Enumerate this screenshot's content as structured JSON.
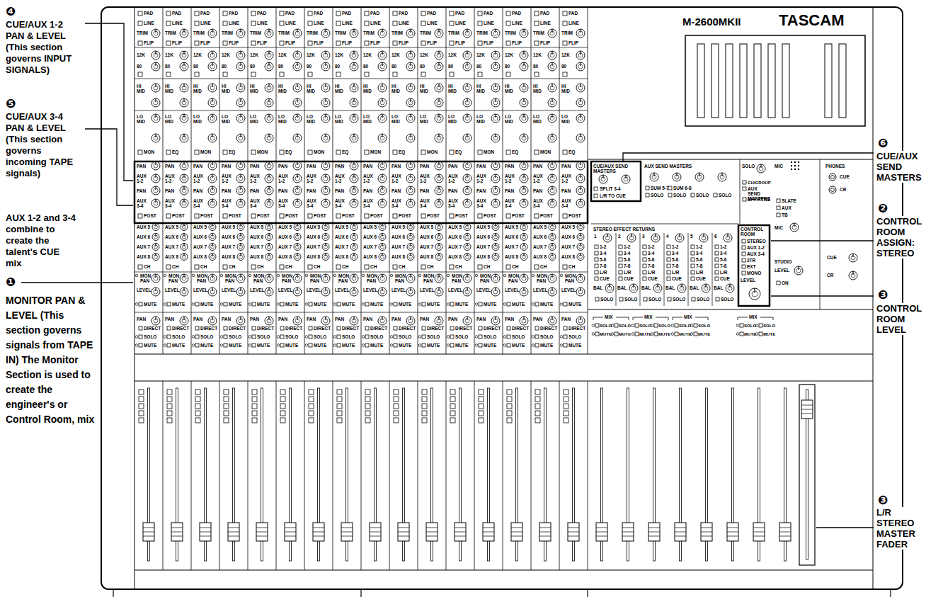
{
  "diagram": {
    "labels": [
      "❹",
      "CUE/AUX 1-2 PAN & LEVEL (This section governs INPUT SIGNALS)",
      "❺",
      "CUE/AUX 3-4 PAN & LEVEL (This section governs incoming TAPE signals)",
      "AUX 1-2 and 3-4 combine to create the talent's CUE mix",
      "❶",
      "MONITOR PAN & LEVEL (This section governs signals from TAPE IN) The Monitor Section is used to create the engineer's or Control Room, mix",
      "M-2600MKII",
      "TASCAM",
      "PAD",
      "LINE",
      "TRIM",
      "FLIP",
      "12K",
      "80",
      "HI MID",
      "LO MID",
      "MON",
      "PAN",
      "AUX 1-2",
      "PAN",
      "AUX 3-4",
      "POST",
      "AUX 5",
      "AUX 6",
      "AUX 7",
      "AUX 8",
      "CH",
      "MON PAN",
      "LEVEL",
      "MUTE",
      "PAN",
      "DIRECT",
      "SOLO",
      "MUTE",
      "PAD",
      "LINE",
      "TRIM",
      "FLIP",
      "12K",
      "80",
      "HI MID",
      "LO MID",
      "EQ",
      "PAN",
      "AUX 1-2",
      "PAN",
      "AUX 3-4",
      "POST",
      "AUX 5",
      "AUX 6",
      "AUX 7",
      "AUX 8",
      "CH",
      "MON PAN",
      "LEVEL",
      "MUTE",
      "PAN",
      "DIRECT",
      "SOLO",
      "MUTE",
      "PAD",
      "LINE",
      "TRIM",
      "FLIP",
      "12K",
      "80",
      "HI MID",
      "LO MID",
      "MON",
      "PAN",
      "AUX 1-2",
      "PAN",
      "AUX 3-4",
      "POST",
      "AUX 5",
      "AUX 6",
      "AUX 7",
      "AUX 8",
      "CH",
      "MON PAN",
      "LEVEL",
      "MUTE",
      "PAN",
      "DIRECT",
      "SOLO",
      "MUTE",
      "PAD",
      "LINE",
      "TRIM",
      "FLIP",
      "12K",
      "80",
      "HI MID",
      "LO MID",
      "EQ",
      "PAN",
      "AUX 1-2",
      "PAN",
      "AUX 3-4",
      "POST",
      "AUX 5",
      "AUX 6",
      "AUX 7",
      "AUX 8",
      "CH",
      "MON PAN",
      "LEVEL",
      "MUTE",
      "PAN",
      "DIRECT",
      "SOLO",
      "MUTE",
      "PAD",
      "LINE",
      "TRIM",
      "FLIP",
      "12K",
      "80",
      "HI MID",
      "LO MID",
      "MON",
      "PAN",
      "AUX 1-2",
      "PAN",
      "AUX 3-4",
      "POST",
      "AUX 5",
      "AUX 6",
      "AUX 7",
      "AUX 8",
      "CH",
      "MON PAN",
      "LEVEL",
      "MUTE",
      "PAN",
      "DIRECT",
      "SOLO",
      "MUTE",
      "PAD",
      "LINE",
      "TRIM",
      "FLIP",
      "12K",
      "80",
      "HI MID",
      "LO MID",
      "EQ",
      "PAN",
      "AUX 1-2",
      "PAN",
      "AUX 3-4",
      "POST",
      "AUX 5",
      "AUX 6",
      "AUX 7",
      "AUX 8",
      "CH",
      "MON PAN",
      "LEVEL",
      "MUTE",
      "PAN",
      "DIRECT",
      "SOLO",
      "MUTE",
      "PAD",
      "LINE",
      "TRIM",
      "FLIP",
      "12K",
      "80",
      "HI MID",
      "LO MID",
      "MON",
      "PAN",
      "AUX 1-2",
      "PAN",
      "AUX 3-4",
      "POST",
      "AUX 5",
      "AUX 6",
      "AUX 7",
      "AUX 8",
      "CH",
      "MON PAN",
      "LEVEL",
      "MUTE",
      "PAN",
      "DIRECT",
      "SOLO",
      "MUTE",
      "PAD",
      "LINE",
      "TRIM",
      "FLIP",
      "12K",
      "80",
      "HI MID",
      "LO MID",
      "EQ",
      "PAN",
      "AUX 1-2",
      "PAN",
      "AUX 3-4",
      "POST",
      "AUX 5",
      "AUX 6",
      "AUX 7",
      "AUX 8",
      "CH",
      "MON PAN",
      "LEVEL",
      "MUTE",
      "PAN",
      "DIRECT",
      "SOLO",
      "MUTE",
      "PAD",
      "LINE",
      "TRIM",
      "FLIP",
      "12K",
      "80",
      "HI MID",
      "LO MID",
      "MON",
      "PAN",
      "AUX 1-2",
      "PAN",
      "AUX 3-4",
      "POST",
      "AUX 5",
      "AUX 6",
      "AUX 7",
      "AUX 8",
      "CH",
      "MON PAN",
      "LEVEL",
      "MUTE",
      "PAN",
      "DIRECT",
      "SOLO",
      "MUTE",
      "PAD",
      "LINE",
      "TRIM",
      "FLIP",
      "12K",
      "80",
      "HI MID",
      "LO MID",
      "EQ",
      "PAN",
      "AUX 1-2",
      "PAN",
      "AUX 3-4",
      "POST",
      "AUX 5",
      "AUX 6",
      "AUX 7",
      "AUX 8",
      "CH",
      "MON PAN",
      "LEVEL",
      "MUTE",
      "PAN",
      "DIRECT",
      "SOLO",
      "MUTE",
      "PAD",
      "LINE",
      "TRIM",
      "FLIP",
      "12K",
      "80",
      "HI MID",
      "LO MID",
      "MON",
      "PAN",
      "AUX 1-2",
      "PAN",
      "AUX 3-4",
      "POST",
      "AUX 5",
      "AUX 6",
      "AUX 7",
      "AUX 8",
      "CH",
      "MON PAN",
      "LEVEL",
      "MUTE",
      "PAN",
      "DIRECT",
      "SOLO",
      "MUTE",
      "PAD",
      "LINE",
      "TRIM",
      "FLIP",
      "12K",
      "80",
      "HI MID",
      "LO MID",
      "EQ",
      "PAN",
      "AUX 1-2",
      "PAN",
      "AUX 3-4",
      "POST",
      "AUX 5",
      "AUX 6",
      "AUX 7",
      "AUX 8",
      "CH",
      "MON PAN",
      "LEVEL",
      "MUTE",
      "PAN",
      "DIRECT",
      "SOLO",
      "MUTE",
      "PAD",
      "LINE",
      "TRIM",
      "FLIP",
      "12K",
      "80",
      "HI MID",
      "LO MID",
      "MON",
      "PAN",
      "AUX 1-2",
      "PAN",
      "AUX 3-4",
      "POST",
      "AUX 5",
      "AUX 6",
      "AUX 7",
      "AUX 8",
      "CH",
      "MON PAN",
      "LEVEL",
      "MUTE",
      "PAN",
      "DIRECT",
      "SOLO",
      "MUTE",
      "PAD",
      "LINE",
      "TRIM",
      "FLIP",
      "12K",
      "80",
      "HI MID",
      "LO MID",
      "EQ",
      "PAN",
      "AUX 1-2",
      "PAN",
      "AUX 3-4",
      "POST",
      "AUX 5",
      "AUX 6",
      "AUX 7",
      "AUX 8",
      "CH",
      "MON PAN",
      "LEVEL",
      "MUTE",
      "PAN",
      "DIRECT",
      "SOLO",
      "MUTE",
      "PAD",
      "LINE",
      "TRIM",
      "FLIP",
      "12K",
      "80",
      "HI MID",
      "LO MID",
      "MON",
      "PAN",
      "AUX 1-2",
      "PAN",
      "AUX 3-4",
      "POST",
      "AUX 5",
      "AUX 6",
      "AUX 7",
      "AUX 8",
      "CH",
      "MON PAN",
      "LEVEL",
      "MUTE",
      "PAN",
      "DIRECT",
      "SOLO",
      "MUTE",
      "PAD",
      "LINE",
      "TRIM",
      "FLIP",
      "12K",
      "80",
      "HI MID",
      "LO MID",
      "EQ",
      "PAN",
      "AUX 1-2",
      "PAN",
      "AUX 3-4",
      "POST",
      "AUX 5",
      "AUX 6",
      "AUX 7",
      "AUX 8",
      "CH",
      "MON PAN",
      "LEVEL",
      "MUTE",
      "PAN",
      "DIRECT",
      "SOLO",
      "MUTE",
      "CUE/AUX SEND MASTERS",
      "SPLIT 3-4",
      "L/R TO CUE",
      "AUX SEND MASTERS",
      "SUM 5-7",
      "SOLO",
      "SUM 6-8",
      "SOLO",
      "SOLO",
      "SOLO",
      "SOLO",
      "CH/GROUP",
      "AUX SEND MASTERS",
      "EFF RTNS",
      "MIC",
      "SLATE",
      "AUX",
      "TB",
      "MIC",
      "STUDIO",
      "LEVEL",
      "ON",
      "PHONES",
      "CUE",
      "CR",
      "CUE",
      "CR",
      "STEREO EFFECT RETURNS",
      "1",
      "1-2",
      "3-4",
      "5-6",
      "7-8",
      "L/R",
      "CUE",
      "BAL",
      "SOLO",
      "2",
      "1-2",
      "3-4",
      "5-6",
      "7-8",
      "L/R",
      "CUE",
      "BAL",
      "SOLO",
      "3",
      "1-2",
      "3-4",
      "5-6",
      "7-8",
      "L/R",
      "CUE",
      "BAL",
      "SOLO",
      "4",
      "1-2",
      "3-4",
      "5-6",
      "7-8",
      "L/R",
      "CUE",
      "BAL",
      "SOLO",
      "5",
      "1-2",
      "3-4",
      "5-6",
      "7-8",
      "L/R",
      "CUE",
      "BAL",
      "SOLO",
      "6",
      "1-2",
      "3-4",
      "5-6",
      "7-8",
      "L/R",
      "CUE",
      "BAL",
      "SOLO",
      "CONTROL ROOM",
      "STEREO",
      "AUX 1-2",
      "AUX 3-4",
      "2TR",
      "EXT",
      "MONO",
      "LEVEL",
      "MIX",
      "SOLO",
      "SOLO",
      "MUTE",
      "MUTE",
      "MIX",
      "SOLO",
      "SOLO",
      "MUTE",
      "MUTE",
      "MIX",
      "SOLO",
      "SOLO",
      "MUTE",
      "MUTE",
      "MIX",
      "SOLO",
      "SOLO",
      "MUTE",
      "MUTE",
      "❻",
      "CUE/AUX SEND MASTERS",
      "❷",
      "CONTROL ROOM ASSIGN: STEREO",
      "❸",
      "CONTROL ROOM LEVEL",
      "❸",
      "L/R STEREO MASTER FADER"
    ]
  }
}
